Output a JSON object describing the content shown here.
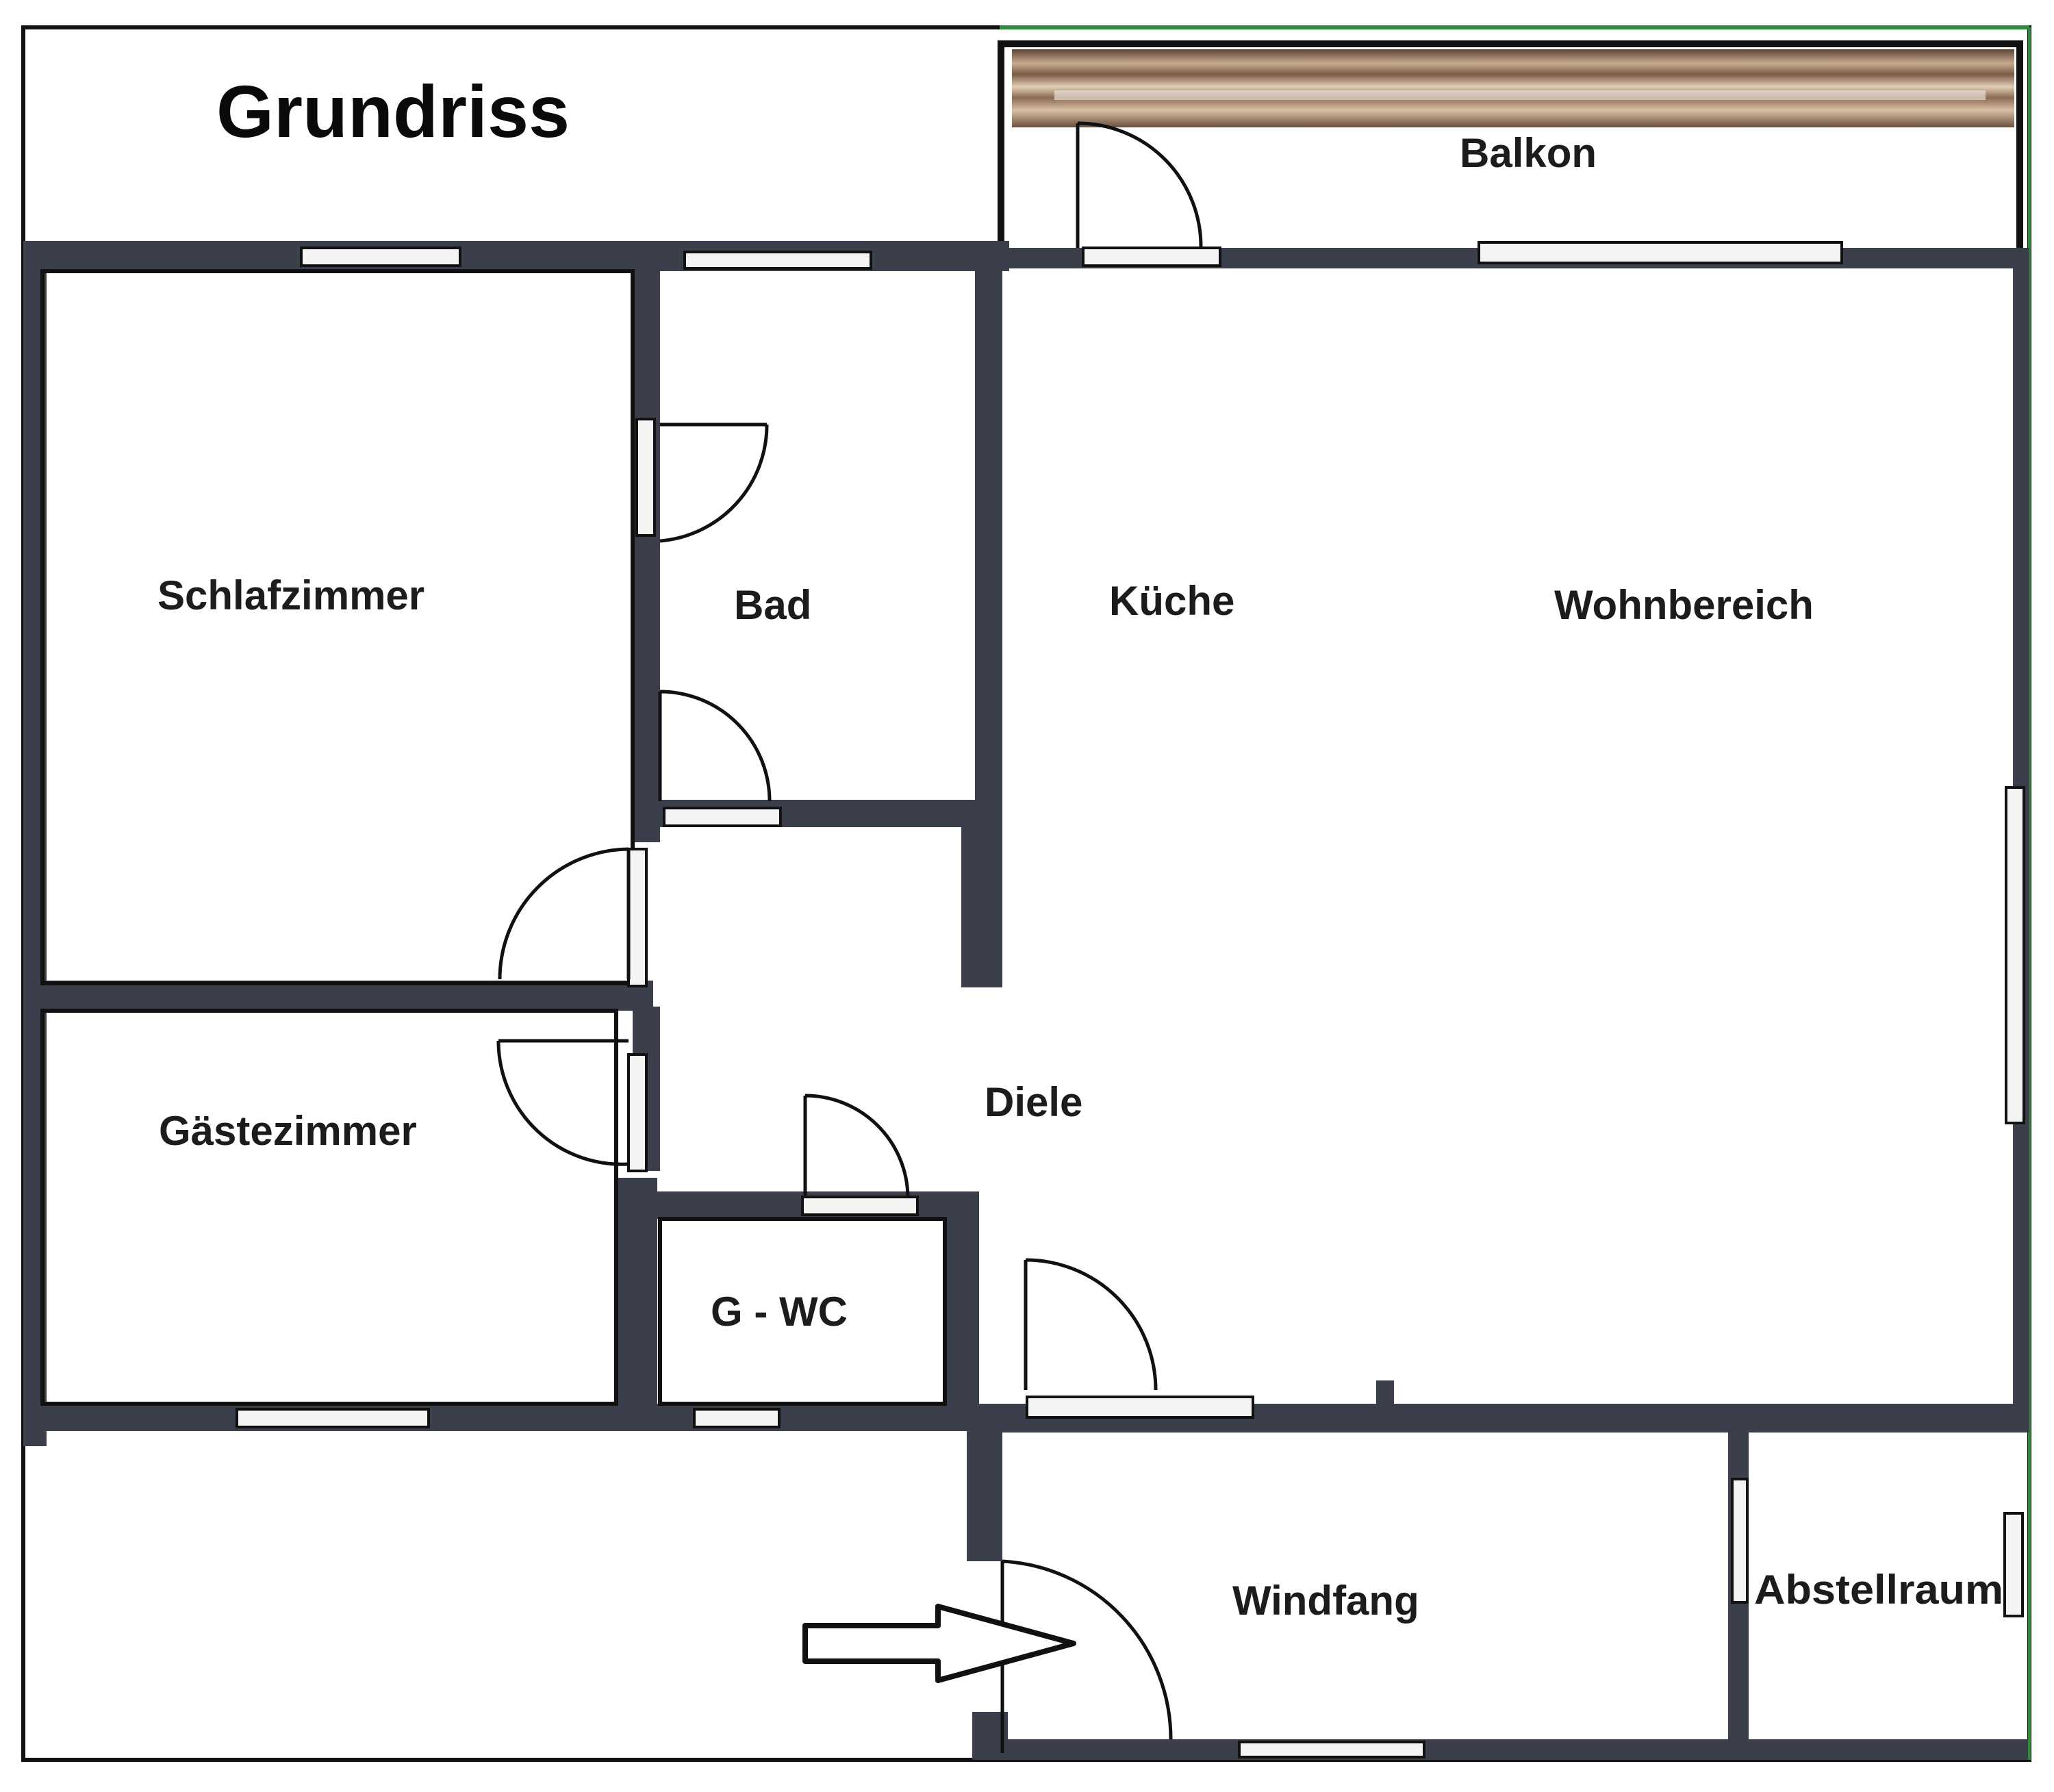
{
  "title": "Grundriss",
  "rooms": {
    "balkon": "Balkon",
    "schlafzimmer": "Schlafzimmer",
    "bad": "Bad",
    "kueche": "Küche",
    "wohnbereich": "Wohnbereich",
    "gaestezimmer": "Gästezimmer",
    "diele": "Diele",
    "gwc": "G - WC",
    "windfang": "Windfang",
    "abstellraum": "Abstellraum"
  },
  "colors": {
    "wall": "#3a3f4b",
    "wall_light": "#6e7380",
    "window": "#f4f4f4",
    "frame": "#111111",
    "green_edge": "#2e8b3a",
    "door_arc": "#111111"
  },
  "icons": {
    "entrance": "entrance-arrow-icon",
    "balcony_railing": "railing-texture"
  }
}
